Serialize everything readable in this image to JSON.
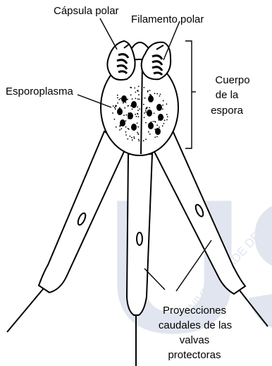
{
  "labels": {
    "capsula_polar": "Cápsula polar",
    "filamento_polar": "Filamento polar",
    "esporoplasma": "Esporoplasma",
    "cuerpo_line1": "Cuerpo",
    "cuerpo_line2": "de la",
    "cuerpo_line3": "espora",
    "proy_line1": "Proyecciones",
    "proy_line2": "caudales de las",
    "proy_line3": "valvas",
    "proy_line4": "protectoras"
  },
  "watermark": {
    "letters": "USC",
    "arc_text": "UNIVERSIDADE DE SANTIAGO DE COMPOSTELA"
  },
  "colors": {
    "stroke": "#000000",
    "fill": "#ffffff",
    "watermark": "#c9d0e3"
  }
}
